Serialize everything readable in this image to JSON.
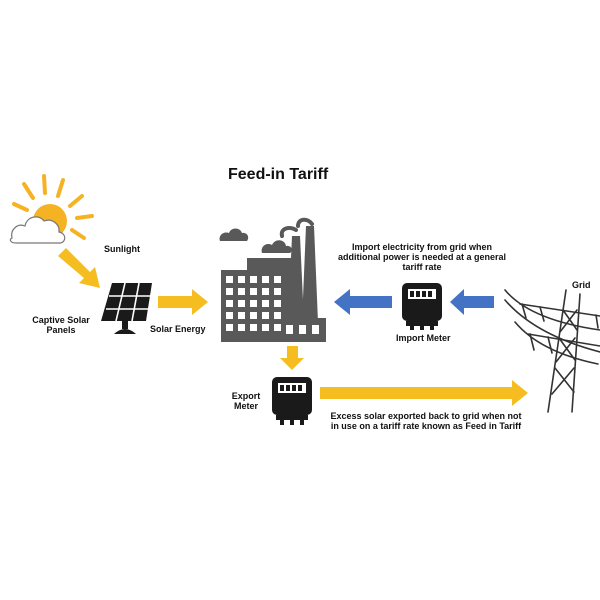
{
  "title": "Feed-in Tariff",
  "labels": {
    "sunlight": "Sunlight",
    "captive_solar_panels_line1": "Captive Solar",
    "captive_solar_panels_line2": "Panels",
    "solar_energy": "Solar Energy",
    "import_note_line1": "Import electricity from grid when",
    "import_note_line2": "additional power is needed at a general",
    "import_note_line3": "tariff rate",
    "import_meter": "Import Meter",
    "grid": "Grid",
    "export_meter_line1": "Export",
    "export_meter_line2": "Meter",
    "export_note_line1": "Excess solar exported back to grid when not",
    "export_note_line2": "in use on a tariff rate known as Feed in Tariff"
  },
  "colors": {
    "flow_arrow": "#f5bd1f",
    "import_arrow": "#4472c4",
    "sun": "#f5b324",
    "building": "#595959",
    "meter_body": "#1a1a1a"
  },
  "icons": {
    "sun": "sun-cloud-icon",
    "solar_panel": "solar-panel-icon",
    "factory": "factory-icon",
    "import_meter": "electric-meter-icon",
    "export_meter": "electric-meter-icon",
    "grid": "power-pylon-icon"
  }
}
